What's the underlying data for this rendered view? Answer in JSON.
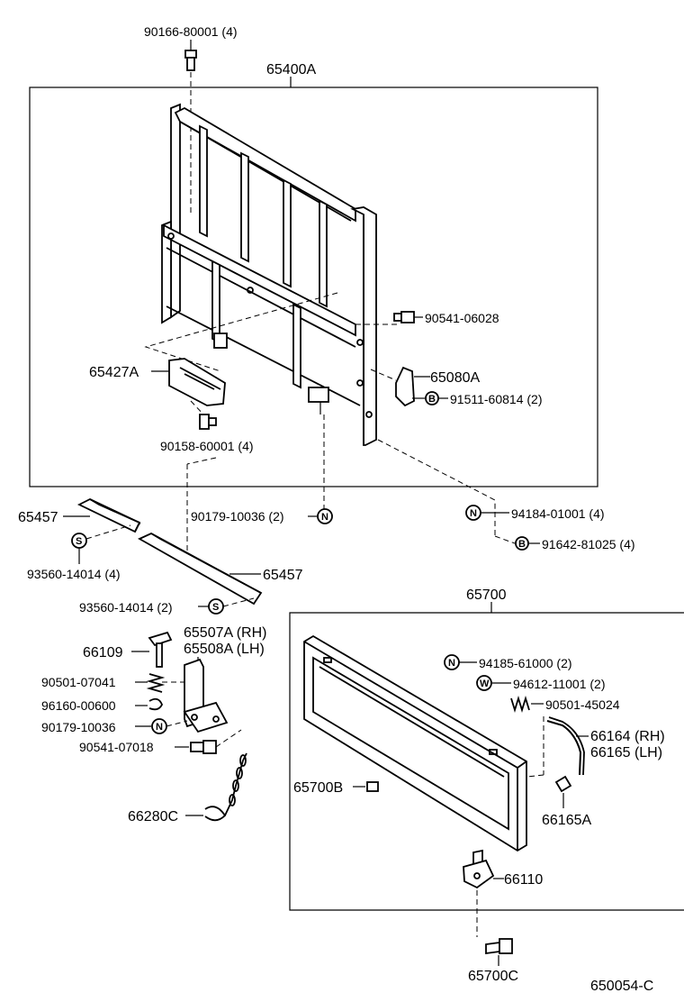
{
  "labels": {
    "bolt_top": "90166-80001 (4)",
    "assy_headboard": "65400A",
    "bolt_06028": "90541-06028",
    "bracket_65427a": "65427A",
    "bracket_65080a": "65080A",
    "bolt_91511": "91511-60814 (2)",
    "bolt_90158": "90158-60001 (4)",
    "nut_90179_a": "90179-10036 (2)",
    "nut_94184": "94184-01001 (4)",
    "bolt_91642": "91642-81025 (4)",
    "rail_left": "65457",
    "rail_right": "65457",
    "screw_93560_a": "93560-14014 (4)",
    "screw_93560_b": "93560-14014 (2)",
    "assy_tailgate": "65700",
    "handle_66109": "66109",
    "hinge_rh": "65507A (RH)",
    "hinge_lh": "65508A (LH)",
    "spring_90501_07041": "90501-07041",
    "clip_96160": "96160-00600",
    "nut_90179_b": "90179-10036",
    "bolt_90541_07018": "90541-07018",
    "chain_66280c": "66280C",
    "nut_94185": "94185-61000 (2)",
    "washer_94612": "94612-11001 (2)",
    "spring_90501_45024": "90501-45024",
    "cable_rh": "66164 (RH)",
    "cable_lh": "66165 (LH)",
    "cap_65700b": "65700B",
    "cap_66165a": "66165A",
    "hinge_66110": "66110",
    "bolt_65700c": "65700C",
    "diagram_code": "650054-C"
  },
  "symbols": {
    "N": "N",
    "B": "B",
    "S": "S",
    "W": "W"
  }
}
